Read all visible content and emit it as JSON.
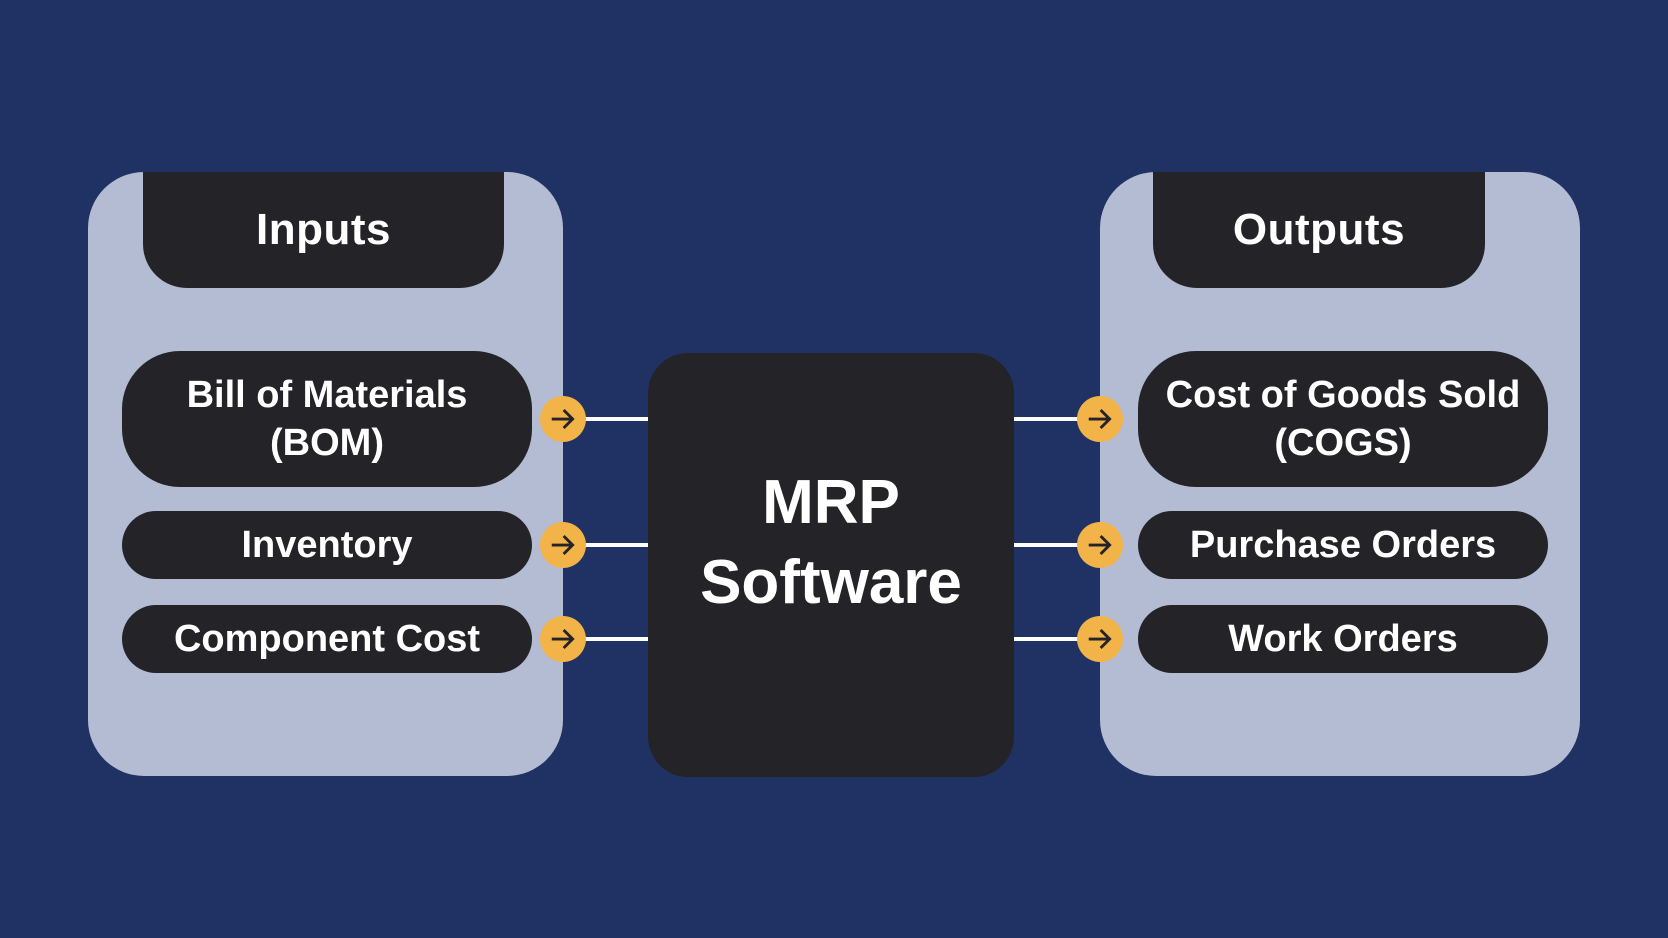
{
  "colors": {
    "background": "#203263",
    "panel": "#b3bcd2",
    "dark": "#242428",
    "accent_orange": "#f2b349",
    "connector_white": "#ffffff",
    "text_white": "#ffffff"
  },
  "inputs": {
    "title": "Inputs",
    "items": [
      {
        "line1": "Bill of Materials",
        "line2": "(BOM)"
      },
      {
        "line1": "Inventory"
      },
      {
        "line1": "Component Cost"
      }
    ]
  },
  "center": {
    "line1": "MRP",
    "line2": "Software"
  },
  "outputs": {
    "title": "Outputs",
    "items": [
      {
        "line1": "Cost of Goods Sold",
        "line2": "(COGS)"
      },
      {
        "line1": "Purchase Orders"
      },
      {
        "line1": "Work Orders"
      }
    ]
  },
  "icons": {
    "arrow": "right-arrow"
  }
}
